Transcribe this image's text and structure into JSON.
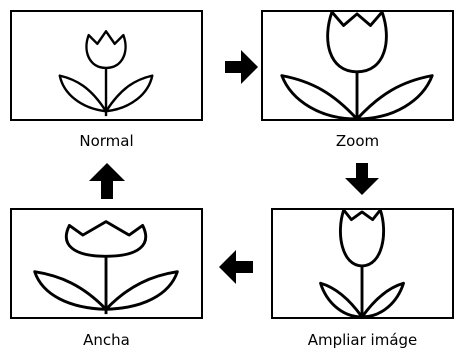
{
  "modes": [
    {
      "id": "normal",
      "label": "Normal"
    },
    {
      "id": "zoom",
      "label": "Zoom"
    },
    {
      "id": "ampliar",
      "label": "Ampliar imáge"
    },
    {
      "id": "ancha",
      "label": "Ancha"
    }
  ],
  "colors": {
    "stroke": "#000000",
    "petal_fill": "#ffffff",
    "background": "#ffffff"
  },
  "icons": [
    "arrow-right-icon",
    "arrow-down-icon",
    "arrow-left-icon",
    "arrow-up-icon",
    "tulip-icon"
  ]
}
